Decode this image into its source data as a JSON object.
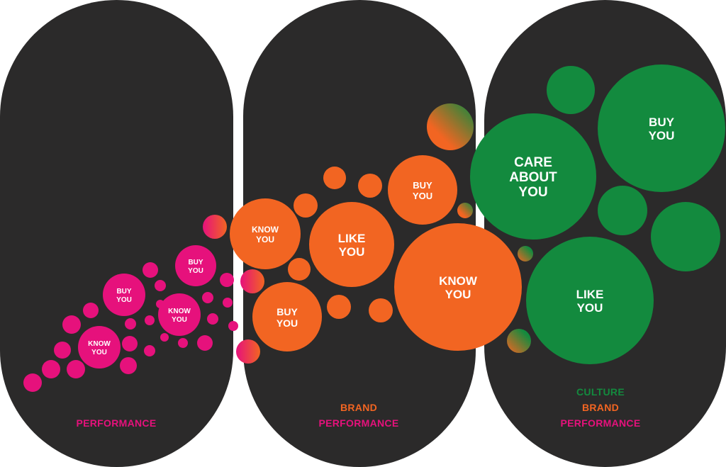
{
  "colors": {
    "pill": "#2b2a2a",
    "performance": "#e6117c",
    "brand": "#f26522",
    "culture": "#138a3e",
    "background": "#ffffff"
  },
  "columns": [
    {
      "name": "performance",
      "captions": [
        {
          "text": "PERFORMANCE",
          "color_key": "performance"
        }
      ],
      "labeled_bubbles": [
        {
          "lines": [
            "BUY",
            "YOU"
          ]
        },
        {
          "lines": [
            "BUY",
            "YOU"
          ]
        },
        {
          "lines": [
            "KNOW",
            "YOU"
          ]
        },
        {
          "lines": [
            "KNOW",
            "YOU"
          ]
        }
      ]
    },
    {
      "name": "brand",
      "captions": [
        {
          "text": "BRAND",
          "color_key": "brand"
        },
        {
          "text": "PERFORMANCE",
          "color_key": "performance"
        }
      ],
      "labeled_bubbles": [
        {
          "lines": [
            "KNOW",
            "YOU"
          ]
        },
        {
          "lines": [
            "LIKE",
            "YOU"
          ]
        },
        {
          "lines": [
            "BUY",
            "YOU"
          ]
        },
        {
          "lines": [
            "BUY",
            "YOU"
          ]
        },
        {
          "lines": [
            "KNOW",
            "YOU"
          ]
        }
      ]
    },
    {
      "name": "culture",
      "captions": [
        {
          "text": "CULTURE",
          "color_key": "culture"
        },
        {
          "text": "BRAND",
          "color_key": "brand"
        },
        {
          "text": "PERFORMANCE",
          "color_key": "performance"
        }
      ],
      "labeled_bubbles": [
        {
          "lines": [
            "CARE",
            "ABOUT",
            "YOU"
          ]
        },
        {
          "lines": [
            "BUY",
            "YOU"
          ]
        },
        {
          "lines": [
            "LIKE",
            "YOU"
          ]
        }
      ]
    }
  ]
}
